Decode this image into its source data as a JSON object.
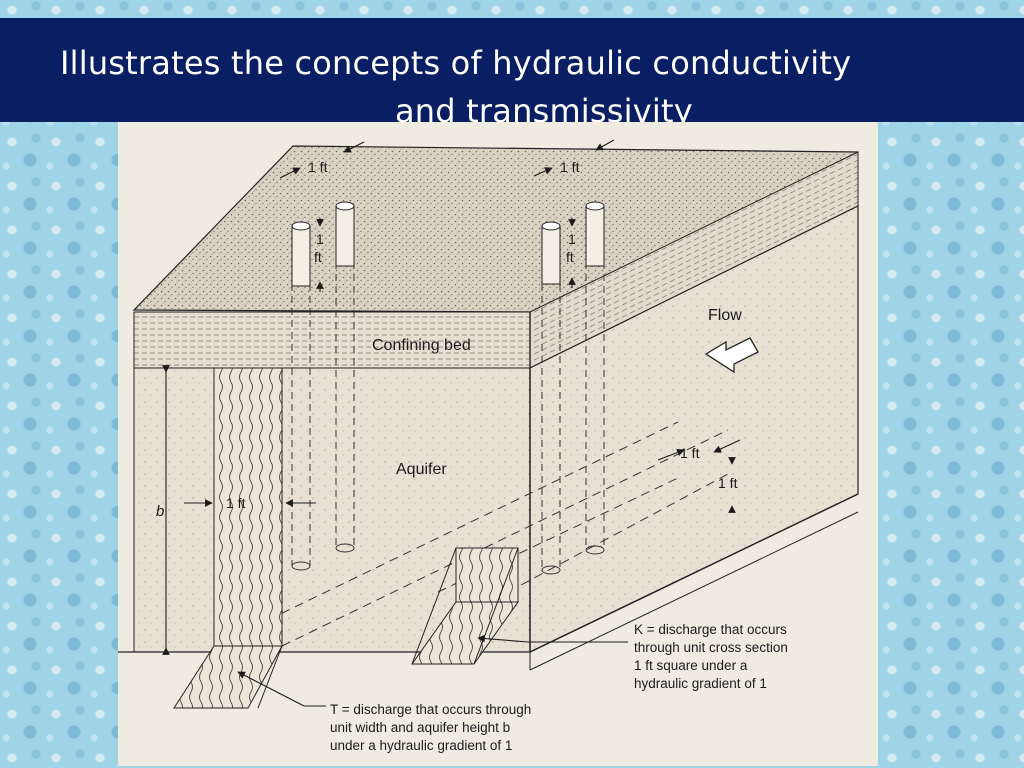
{
  "title": {
    "line1": "Illustrates the concepts of hydraulic conductivity",
    "line2": "and  transmissivity"
  },
  "diagram": {
    "confining_bed": "Confining bed",
    "aquifer": "Aquifer",
    "flow": "Flow",
    "b": "b",
    "dims": {
      "top_left_width": "1 ft",
      "top_left_height_1": "1",
      "top_left_height_2": "ft",
      "top_right_width": "1 ft",
      "top_right_height_1": "1",
      "top_right_height_2": "ft",
      "aquifer_width": "1 ft",
      "k_width": "1 ft",
      "k_height": "1 ft"
    },
    "k_caption": [
      "K = discharge that occurs",
      "through unit cross section",
      "1 ft square under a",
      "hydraulic gradient of 1"
    ],
    "t_caption": [
      "T = discharge that occurs through",
      "unit width and aquifer height b",
      "under a hydraulic gradient of 1"
    ]
  },
  "colors": {
    "title_band": "#0a1f63",
    "title_text": "#ffffff",
    "background": "#9fd3e6",
    "figure_paper": "#efebe0",
    "ink": "#1b1b1b"
  }
}
